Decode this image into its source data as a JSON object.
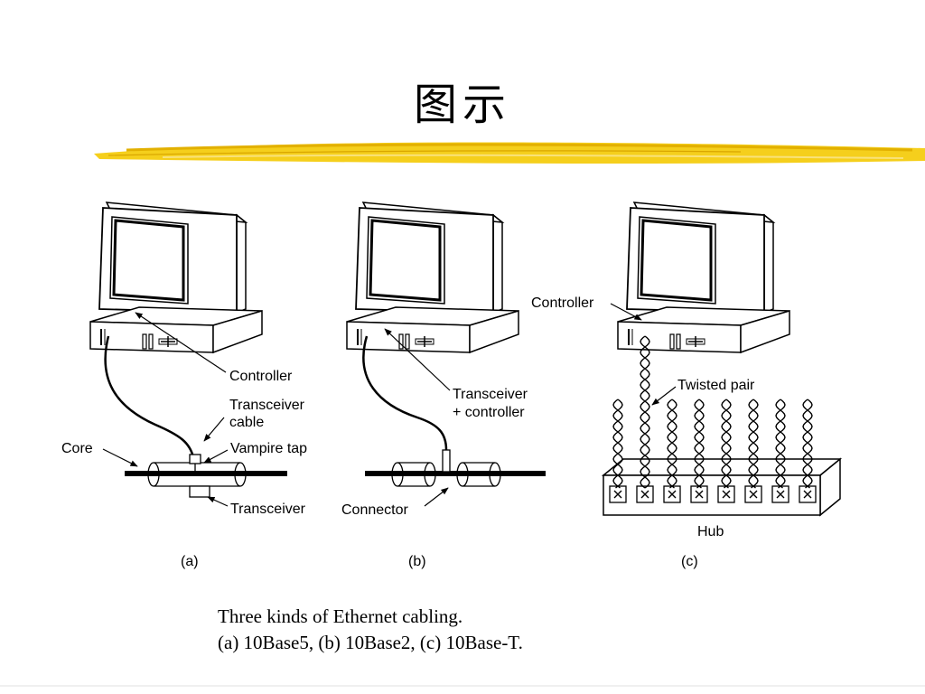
{
  "slide": {
    "title": "图示",
    "accent_color": "#f2c500"
  },
  "diagram": {
    "panel_a": {
      "sublabel": "(a)",
      "labels": {
        "controller": "Controller",
        "transceiver_cable_1": "Transceiver",
        "transceiver_cable_2": "cable",
        "core": "Core",
        "vampire_tap": "Vampire tap",
        "transceiver": "Transceiver"
      }
    },
    "panel_b": {
      "sublabel": "(b)",
      "labels": {
        "transceiver_controller_1": "Transceiver",
        "transceiver_controller_2": "+ controller",
        "connector": "Connector"
      }
    },
    "panel_c": {
      "sublabel": "(c)",
      "labels": {
        "controller": "Controller",
        "twisted_pair": "Twisted pair",
        "hub": "Hub"
      }
    }
  },
  "caption": {
    "line1": "Three kinds of Ethernet cabling.",
    "line2": "(a) 10Base5, (b) 10Base2, (c) 10Base-T."
  }
}
